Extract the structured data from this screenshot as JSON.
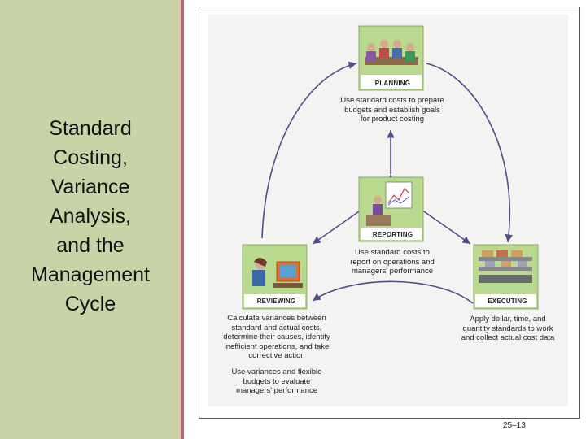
{
  "slide": {
    "title": "Standard\nCosting,\nVariance\nAnalysis,\nand the\nManagement\nCycle",
    "page_number": "25–13"
  },
  "diagram": {
    "nodes": {
      "planning": {
        "label": "PLANNING",
        "description": "Use standard costs to prepare\nbudgets and establish goals\nfor product costing"
      },
      "reporting": {
        "label": "REPORTING",
        "description": "Use standard costs to\nreport on operations and\nmanagers' performance"
      },
      "reviewing": {
        "label": "REVIEWING",
        "description": "Calculate variances between\nstandard and actual costs,\ndetermine their causes, identify\ninefficient operations, and take\ncorrective action",
        "description2": "Use variances and flexible\nbudgets to evaluate\nmanagers' performance"
      },
      "executing": {
        "label": "EXECUTING",
        "description": "Apply dollar, time, and\nquantity standards to work\nand collect actual cost data"
      }
    }
  },
  "colors": {
    "left_panel": "#c8d4a8",
    "divider": "#c06070",
    "arrow": "#5a4a8a",
    "tile": "#b9d98e"
  }
}
